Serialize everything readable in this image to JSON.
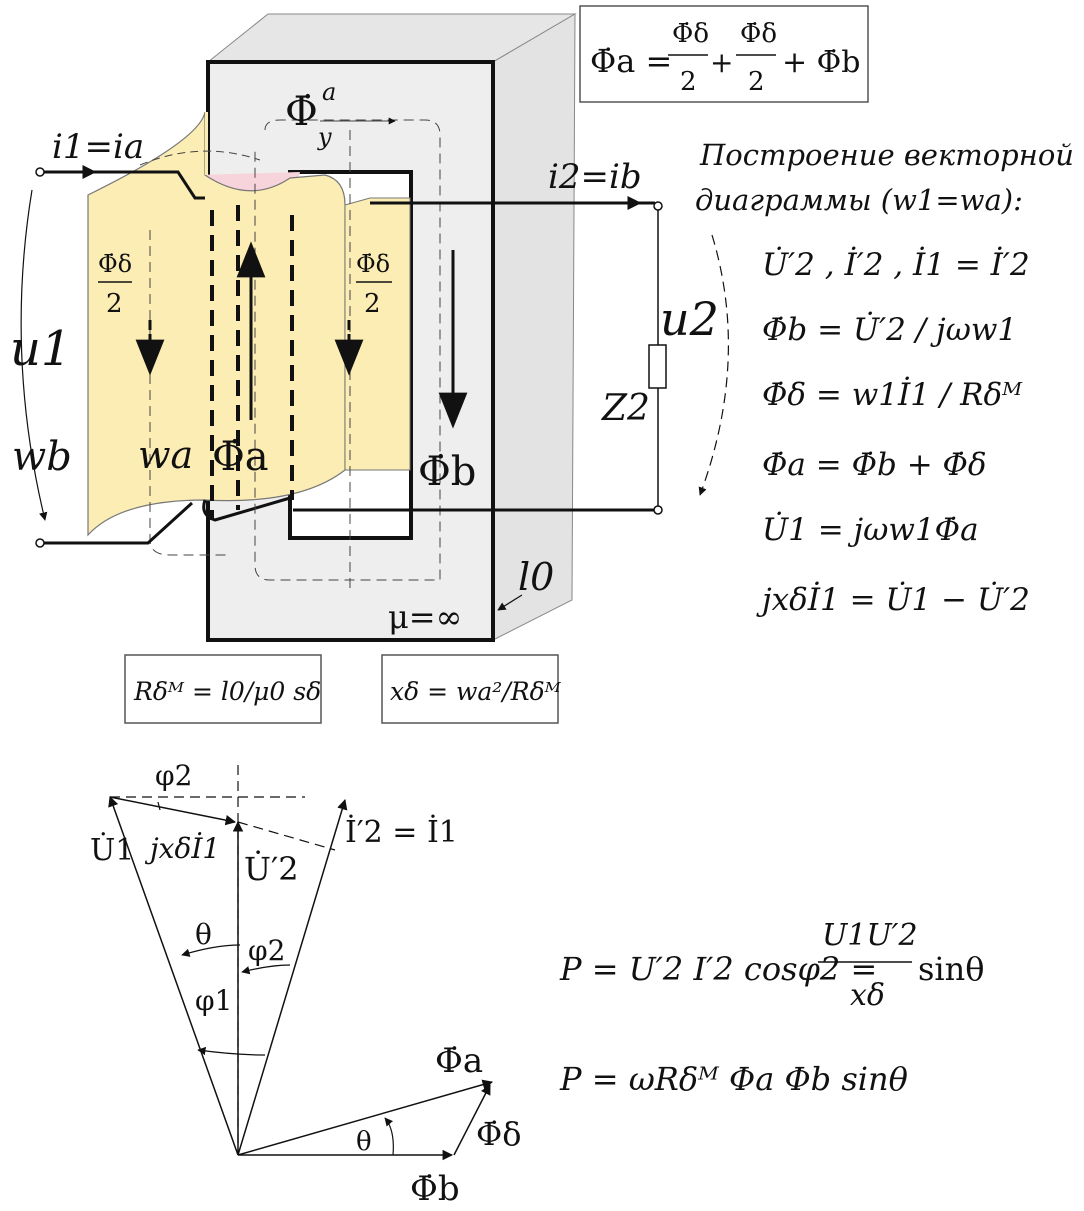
{
  "formula_top": {
    "lhs": "Φ̇a =",
    "frac1_num": "Φ̇δ",
    "frac1_den": "2",
    "plus1": "+",
    "frac2_num": "Φ̇δ",
    "frac2_den": "2",
    "plus2": "+ Φ̇b"
  },
  "labels": {
    "i1": "i1=ia",
    "i2": "i2=ib",
    "u1": "u1",
    "u2": "u2",
    "z2": "Z2",
    "wb": "wb",
    "wa": "wa",
    "phi_y": "Φ̇",
    "phi_y_sup": "a",
    "phi_y_sub": "y",
    "phi_a_core": "Φ̇a",
    "phi_b_core": "Φ̇b",
    "phi_d_left_num": "Φ̇δ",
    "phi_d_left_den": "2",
    "phi_d_right_num": "Φ̇δ",
    "phi_d_right_den": "2",
    "l0": "l0",
    "mu": "μ=∞"
  },
  "boxes": {
    "rm": "Rδᴹ = l0/μ0 sδ",
    "xd": "xδ = wa²/Rδᴹ"
  },
  "construction": {
    "title1": "Построение векторной",
    "title2": "диаграммы (w1=wa):",
    "lines": [
      "U̇′2 , İ′2 , İ1 = İ′2",
      "Φ̇b = U̇′2 / jωw1",
      "Φ̇δ = w1İ1 / Rδᴹ",
      "Φ̇a = Φ̇b + Φ̇δ",
      "U̇1 = jωw1Φ̇a",
      "jxδİ1 = U̇1 − U̇′2"
    ]
  },
  "phasor": {
    "phi2_top": "φ2",
    "u1": "U̇1",
    "jx": "jxδİ1",
    "u2p": "U̇′2",
    "i2p": "İ′2 = İ1",
    "theta": "θ",
    "phi2": "φ2",
    "phi1": "φ1",
    "phi_a": "Φ̇a",
    "phi_b": "Φ̇b",
    "phi_d": "Φ̇δ",
    "theta2": "θ"
  },
  "power": {
    "p1_left": "P = U′2 I′2 cosφ2 =",
    "p1_num": "U1U′2",
    "p1_den": "xδ",
    "p1_right": "sinθ",
    "p2": "P = ωRδᴹ Φa Φb sinθ"
  },
  "colors": {
    "core_fill": "#eeeeee",
    "core_side": "#e3e3e3",
    "winding_fill": "#fbedb3",
    "window_fill": "#f7d4db",
    "line": "#111111"
  }
}
